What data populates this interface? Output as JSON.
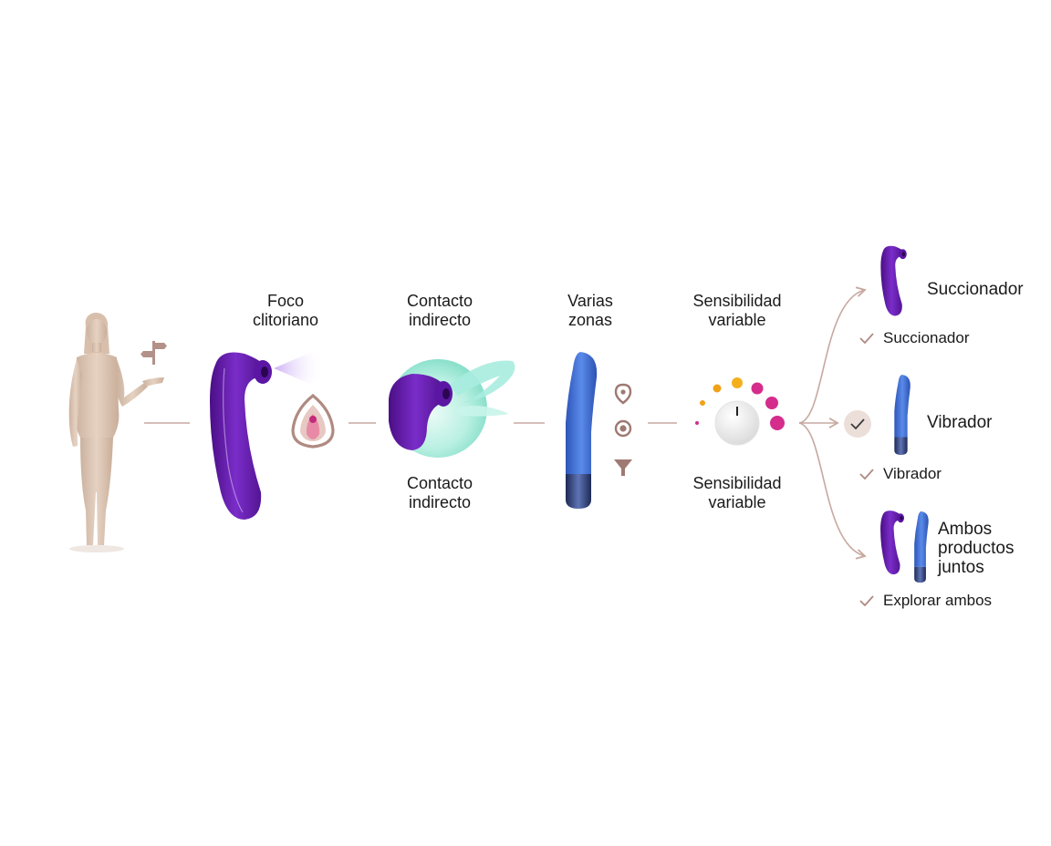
{
  "steps": {
    "foco": {
      "line1": "Foco",
      "line2": "clitoriano"
    },
    "contacto_top": {
      "line1": "Contacto",
      "line2": "indirecto"
    },
    "contacto_bottom": {
      "line1": "Contacto",
      "line2": "indirecto"
    },
    "varias": {
      "line1": "Varias",
      "line2": "zonas"
    },
    "sens_top": {
      "line1": "Sensibilidad",
      "line2": "variable"
    },
    "sens_bottom": {
      "line1": "Sensibilidad",
      "line2": "variable"
    }
  },
  "options": {
    "succionador": {
      "title": "Succionador",
      "check": "Succionador"
    },
    "vibrador": {
      "title": "Vibrador",
      "check": "Vibrador"
    },
    "ambos": {
      "title_line1": "Ambos",
      "title_line2": "productos",
      "title_line3": "juntos",
      "check": "Explorar ambos"
    }
  },
  "colors": {
    "purple": "#6a1fb0",
    "blue": "#3d6fd6",
    "teal": "#a8ecdf",
    "connector": "#c7a8a0",
    "skin": "#dfc9b8",
    "accent_orange": "#f0a21a",
    "accent_magenta": "#d42d8c"
  },
  "icons": [
    "signpost-icon",
    "pin-icon",
    "target-icon",
    "funnel-icon",
    "check-icon",
    "dial-icon"
  ]
}
